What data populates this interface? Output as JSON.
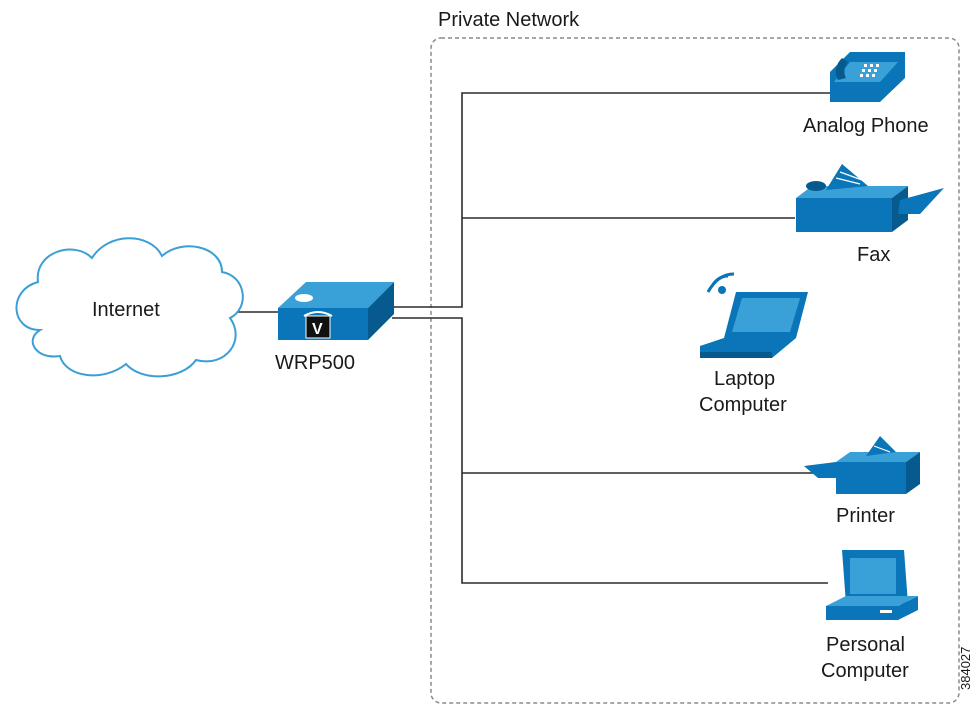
{
  "network": {
    "title": "Private Network",
    "figure_id": "384027"
  },
  "nodes": {
    "internet": {
      "label": "Internet"
    },
    "router": {
      "label": "WRP500",
      "badge": "V"
    },
    "analog_phone": {
      "label": "Analog Phone"
    },
    "fax": {
      "label": "Fax"
    },
    "laptop": {
      "label_line1": "Laptop",
      "label_line2": "Computer"
    },
    "printer": {
      "label": "Printer"
    },
    "pc": {
      "label_line1": "Personal",
      "label_line2": "Computer"
    }
  },
  "colors": {
    "device_blue": "#0a75b8",
    "device_blue_light": "#3aa0d8",
    "cloud_outline": "#3a9fd6",
    "boundary": "#8c8c8c"
  }
}
